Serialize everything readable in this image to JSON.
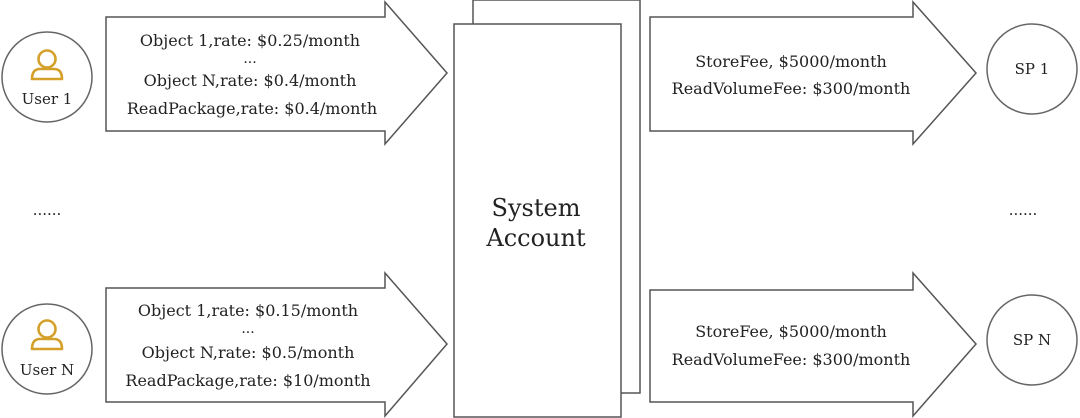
{
  "colors": {
    "user_icon": "#d4a02a",
    "stroke": "#555555",
    "text": "#222222"
  },
  "users": [
    {
      "label": "User 1",
      "icon": "user-icon"
    },
    {
      "label": "User N",
      "icon": "user-icon"
    }
  ],
  "user_ellipsis": "......",
  "inbound": [
    {
      "line1": "Object 1,rate: $0.25/month",
      "dots": "...",
      "line2": "Object N,rate: $0.4/month",
      "line3": "ReadPackage,rate: $0.4/month"
    },
    {
      "line1": "Object 1,rate: $0.15/month",
      "dots": "...",
      "line2": "Object N,rate: $0.5/month",
      "line3": "ReadPackage,rate: $10/month"
    }
  ],
  "system": {
    "line1": "System",
    "line2": "Account"
  },
  "outbound": [
    {
      "line1": "StoreFee, $5000/month",
      "line2": "ReadVolumeFee: $300/month"
    },
    {
      "line1": "StoreFee, $5000/month",
      "line2": "ReadVolumeFee: $300/month"
    }
  ],
  "providers": [
    {
      "label": "SP 1"
    },
    {
      "label": "SP N"
    }
  ],
  "provider_ellipsis": "......"
}
